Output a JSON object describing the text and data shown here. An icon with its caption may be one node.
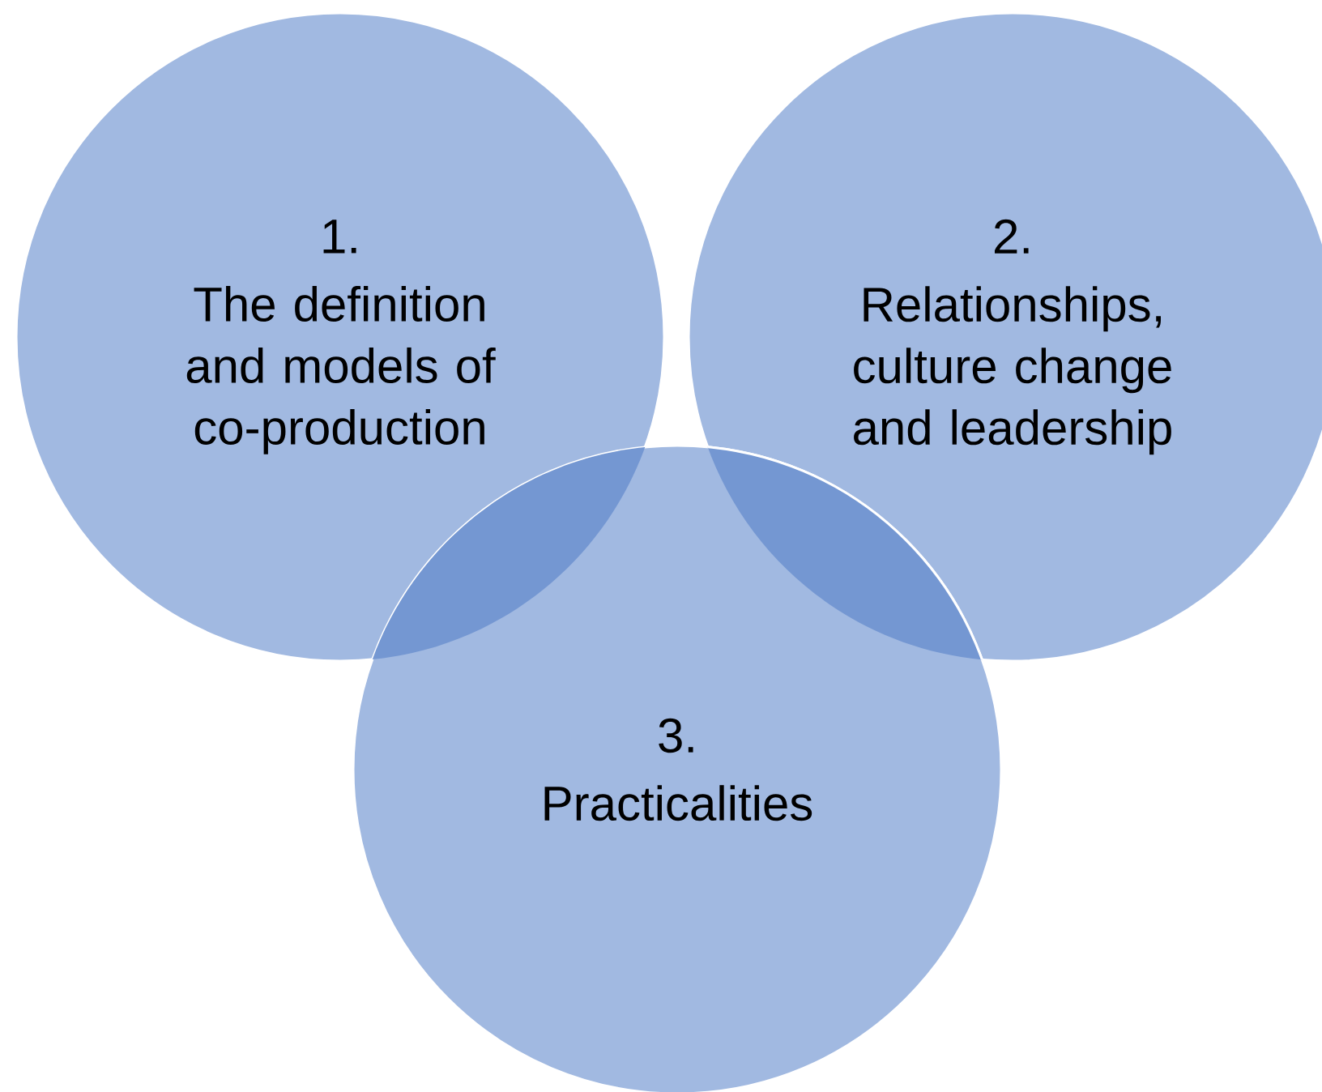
{
  "diagram": {
    "nodes": [
      {
        "text": [
          "1.",
          "The definition and models of co-production"
        ]
      },
      {
        "text": [
          "2.",
          "Relationships, culture change and leadership"
        ]
      },
      {
        "text": [
          "3.",
          "Practicalities"
        ]
      }
    ]
  }
}
